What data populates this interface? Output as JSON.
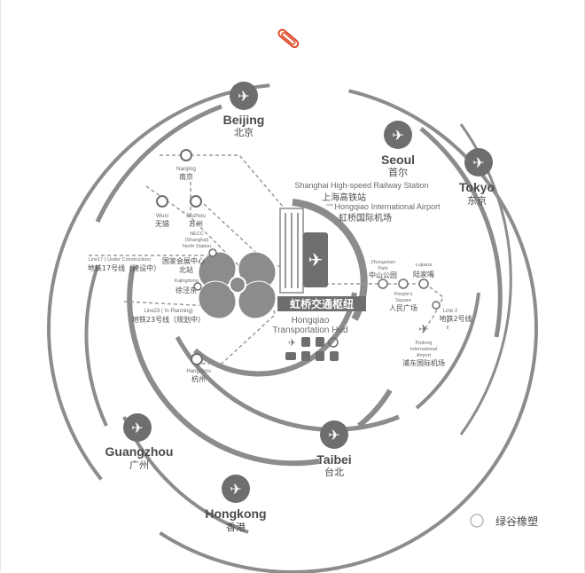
{
  "cities": [
    {
      "id": "beijing",
      "en": "Beijing",
      "zh": "北京"
    },
    {
      "id": "seoul",
      "en": "Seoul",
      "zh": "首尔"
    },
    {
      "id": "tokyo",
      "en": "Tokyo",
      "zh": "东京"
    },
    {
      "id": "taibei",
      "en": "Taibei",
      "zh": "台北"
    },
    {
      "id": "guangzhou",
      "en": "Guangzhou",
      "zh": "广州"
    },
    {
      "id": "hongkong",
      "en": "Hongkong",
      "zh": "香港"
    }
  ],
  "stations": {
    "nanjing": {
      "en": "Nanjing",
      "zh": "南京"
    },
    "wuxi": {
      "en": "Wuxi",
      "zh": "无锡"
    },
    "suzhou": {
      "en": "Suzhou",
      "zh": "苏州"
    },
    "hangzhou": {
      "en": "Hangzhou",
      "zh": "杭州"
    },
    "necc": {
      "en1": "NECC",
      "en2": "(Shanghai)",
      "en3": "North Station",
      "zh1": "国家会展中心",
      "zh2": "北站"
    },
    "xujing": {
      "en": "Xujingdong",
      "zh": "徐泾东"
    },
    "zhongshan": {
      "en1": "Zhongshan",
      "en2": "Park",
      "zh": "中山公园"
    },
    "lujiazui": {
      "en": "Lujiazui",
      "zh": "陆家嘴"
    },
    "peoples": {
      "en1": "People's",
      "en2": "Square",
      "zh": "人民广场"
    },
    "pudong": {
      "en1": "Pudong",
      "en2": "International",
      "en3": "Airport",
      "zh": "浦东国际机场"
    }
  },
  "lines": {
    "line17": {
      "en": "Line17 ( Under Construction)",
      "zh": "地铁17号线（建设中）"
    },
    "line23": {
      "en": "Line23 ( In Planning)",
      "zh": "地铁23号线（规划中）"
    },
    "line2": {
      "en": "Line 2",
      "zh": "地铁2号线"
    }
  },
  "hub": {
    "railway_en": "Shanghai High-speed Railway Station",
    "railway_zh": "上海高铁站",
    "airport_en": "Hongqiao International Airport",
    "airport_zh": "虹桥国际机场",
    "title_zh": "虹桥交通枢纽",
    "title_en1": "Hongqiao",
    "title_en2": "Transportation Hud"
  },
  "watermark": "绿谷橡塑",
  "colors": {
    "gray": "#8c8c8c",
    "dark": "#4a4a4a",
    "line": "#9a9a9a",
    "accent": "#e04a2a"
  }
}
